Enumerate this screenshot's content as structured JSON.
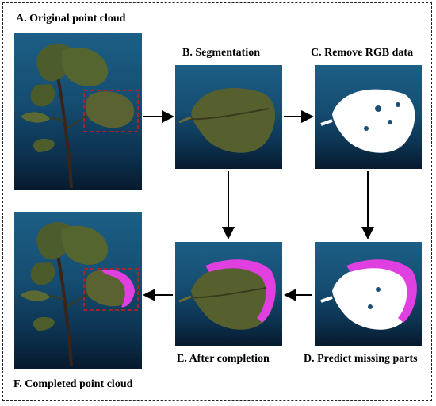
{
  "panels": {
    "a": {
      "label": "A. Original point cloud"
    },
    "b": {
      "label": "B. Segmentation"
    },
    "c": {
      "label": "C. Remove RGB data"
    },
    "d": {
      "label": "D. Predict missing parts"
    },
    "e": {
      "label": "E. After completion"
    },
    "f": {
      "label": "F. Completed point cloud"
    }
  },
  "colors": {
    "leaf": "#4a5a2a",
    "leaf_light": "#7a7a3a",
    "white_cloud": "#ffffff",
    "missing": "#e040e0",
    "highlight_box": "#d01818",
    "arrow": "#000000"
  }
}
